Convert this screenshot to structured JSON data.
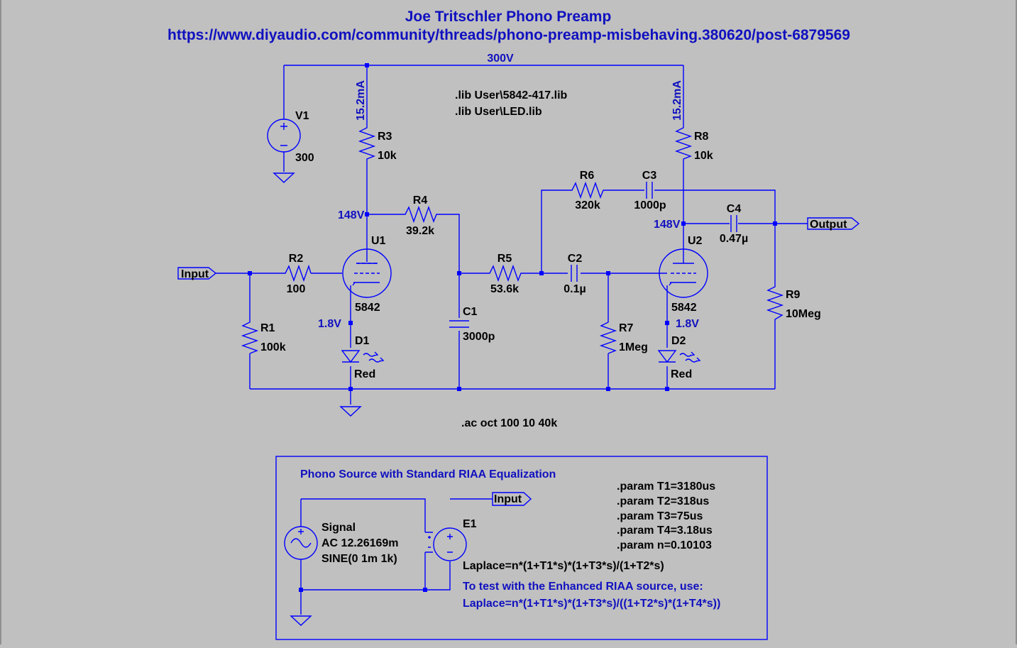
{
  "title": "Joe Tritschler Phono Preamp",
  "url": "https://www.diyaudio.com/community/threads/phono-preamp-misbehaving.380620/post-6879569",
  "supply_label": "300V",
  "directives": {
    "lib1": ".lib User\\5842-417.lib",
    "lib2": ".lib User\\LED.lib",
    "ac": ".ac oct 100 10 40k"
  },
  "components": {
    "V1": {
      "name": "V1",
      "value": "300"
    },
    "R1": {
      "name": "R1",
      "value": "100k"
    },
    "R2": {
      "name": "R2",
      "value": "100"
    },
    "R3": {
      "name": "R3",
      "value": "10k"
    },
    "R4": {
      "name": "R4",
      "value": "39.2k"
    },
    "R5": {
      "name": "R5",
      "value": "53.6k"
    },
    "R6": {
      "name": "R6",
      "value": "320k"
    },
    "R7": {
      "name": "R7",
      "value": "1Meg"
    },
    "R8": {
      "name": "R8",
      "value": "10k"
    },
    "R9": {
      "name": "R9",
      "value": "10Meg"
    },
    "C1": {
      "name": "C1",
      "value": "3000p"
    },
    "C2": {
      "name": "C2",
      "value": "0.1µ"
    },
    "C3": {
      "name": "C3",
      "value": "1000p"
    },
    "C4": {
      "name": "C4",
      "value": "0.47µ"
    },
    "U1": {
      "name": "U1",
      "value": "5842"
    },
    "U2": {
      "name": "U2",
      "value": "5842"
    },
    "D1": {
      "name": "D1",
      "value": "Red"
    },
    "D2": {
      "name": "D2",
      "value": "Red"
    },
    "E1": {
      "name": "E1"
    }
  },
  "annotations": {
    "i_r3": "15.2mA",
    "i_r8": "15.2mA",
    "v_plate1": "148V",
    "v_plate2": "148V",
    "v_cath1": "1.8V",
    "v_cath2": "1.8V"
  },
  "ports": {
    "input": "Input",
    "output": "Output",
    "input2": "Input"
  },
  "source_box": {
    "title": "Phono Source with Standard RIAA Equalization",
    "signal_name": "Signal",
    "signal_ac": "AC 12.26169m",
    "signal_sine": "SINE(0 1m 1k)",
    "params": [
      ".param T1=3180us",
      ".param T2=318us",
      ".param T3=75us",
      ".param T4=3.18us",
      ".param n=0.10103"
    ],
    "laplace": "Laplace=n*(1+T1*s)*(1+T3*s)/(1+T2*s)",
    "note": "To test with the Enhanced RIAA source, use:",
    "laplace_alt": "Laplace=n*(1+T1*s)*(1+T3*s)/((1+T2*s)*(1+T4*s))"
  },
  "colors": {
    "background": "#c0c0c0",
    "wire": "#0000ff",
    "annotation": "#1010c0",
    "label": "#000000"
  }
}
